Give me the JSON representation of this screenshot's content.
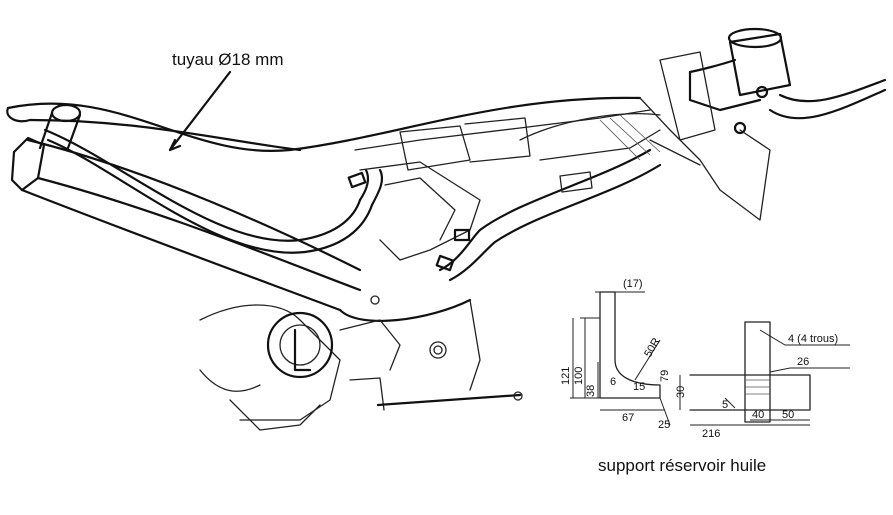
{
  "labels": {
    "hose_label": "tuyau Ø18 mm",
    "bracket_caption": "support réservoir huile"
  },
  "dimensions": {
    "d17": "(17)",
    "d121": "121",
    "d100": "100",
    "d38": "38",
    "d6": "6",
    "d15": "15",
    "d50r": "50R",
    "d79": "79",
    "d67": "67",
    "d25": "25",
    "d30": "30",
    "d4": "4 (4 trous)",
    "d26": "26",
    "d5": "5",
    "d40": "40",
    "d50": "50",
    "d216": "216"
  }
}
